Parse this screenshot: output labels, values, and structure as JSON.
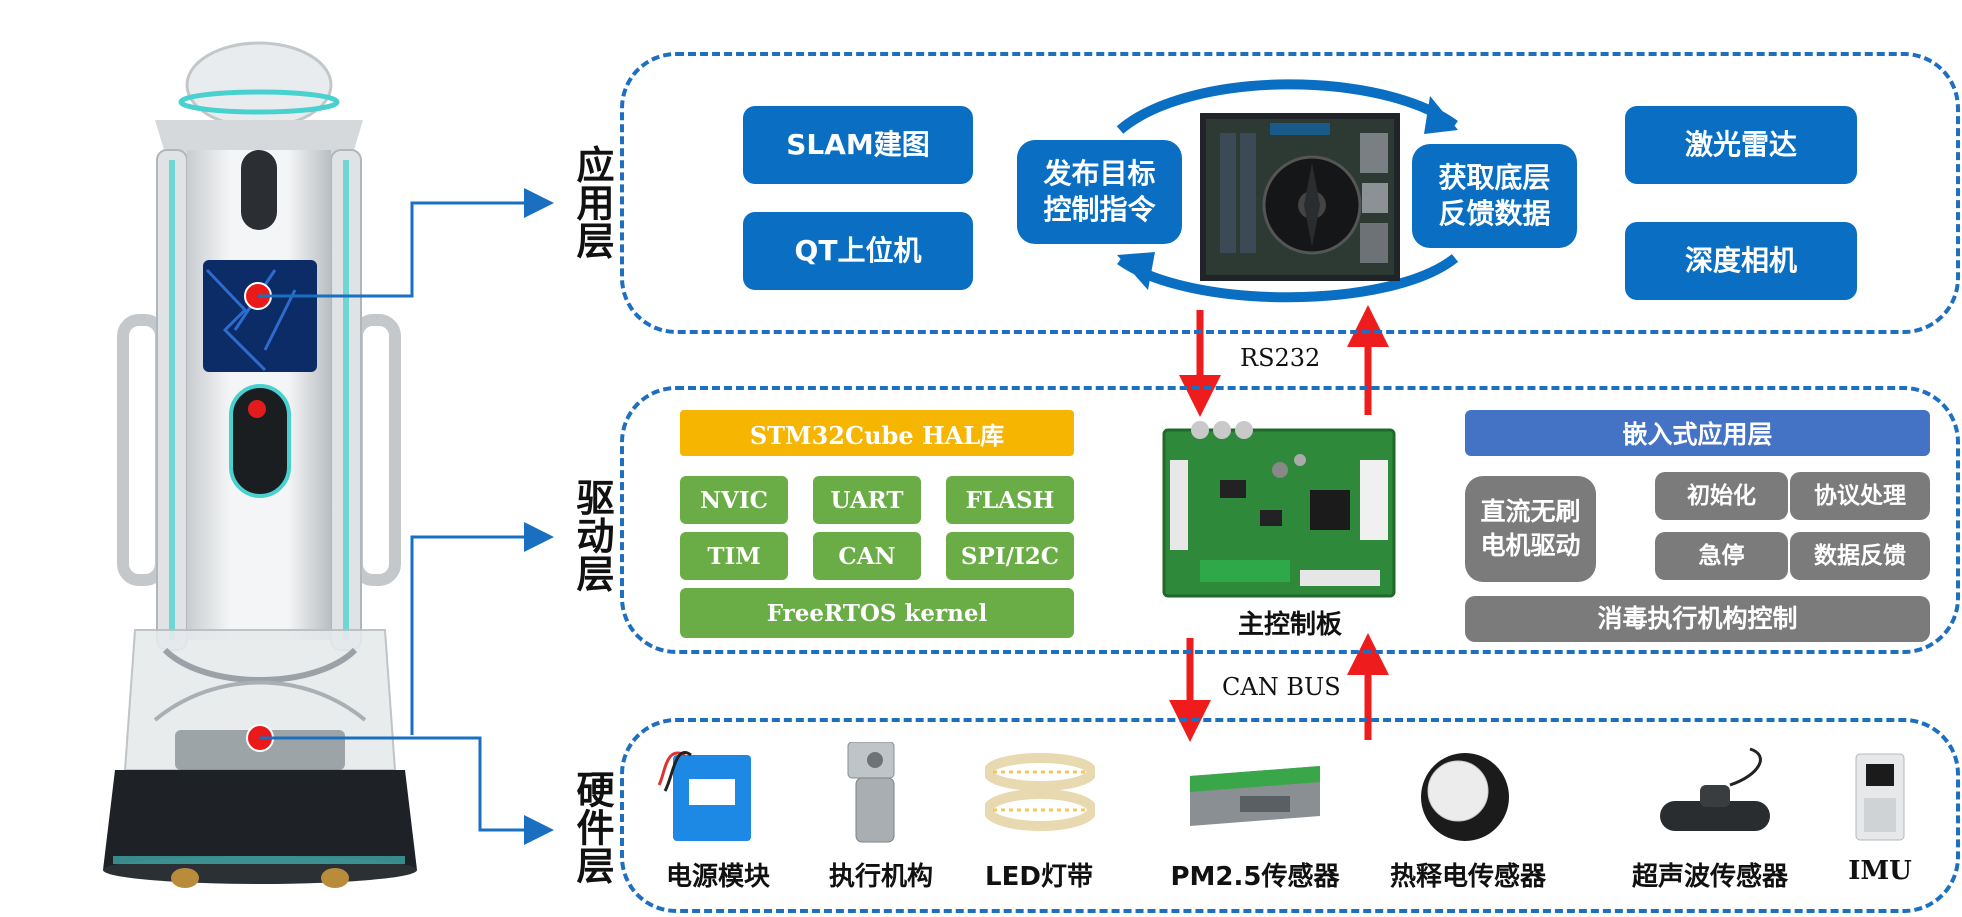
{
  "layers": {
    "app": "应用层",
    "driver": "驱动层",
    "hardware": "硬件层"
  },
  "app_layer": {
    "left_buttons": [
      "SLAM建图",
      "QT上位机"
    ],
    "publish": "发布目标\n控制指令",
    "acquire": "获取底层\n反馈数据",
    "right_buttons": [
      "激光雷达",
      "深度相机"
    ]
  },
  "links": {
    "rs232": "RS232",
    "can_bus": "CAN BUS"
  },
  "driver_layer": {
    "hal_title": "STM32Cube HAL库",
    "hal_modules": [
      "NVIC",
      "UART",
      "FLASH",
      "TIM",
      "CAN",
      "SPI/I2C"
    ],
    "rtos": "FreeRTOS kernel",
    "board_label": "主控制板",
    "embedded_title": "嵌入式应用层",
    "motor_drive": "直流无刷\n电机驱动",
    "functions": [
      "初始化",
      "协议处理",
      "急停",
      "数据反馈"
    ],
    "disinfect": "消毒执行机构控制"
  },
  "hardware_layer": {
    "items": [
      "电源模块",
      "执行机构",
      "LED灯带",
      "PM2.5传感器",
      "热释电传感器",
      "超声波传感器",
      "IMU"
    ]
  },
  "colors": {
    "accent_blue": "#0a6fc2",
    "dashed_border": "#1f6fc0",
    "hal_yellow": "#f6b500",
    "module_green": "#6aac46",
    "embedded_blue": "#4472c4",
    "function_gray": "#7b7b7b",
    "bus_red": "#ee1c1c"
  }
}
